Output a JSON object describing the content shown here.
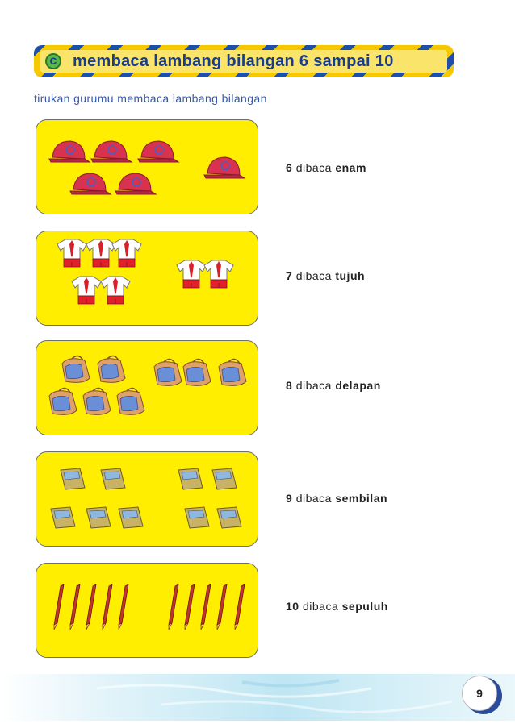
{
  "header": {
    "badge": "c",
    "title": "membaca lambang bilangan 6 sampai 10"
  },
  "instruction": "tirukan gurumu membaca lambang bilangan",
  "rows": [
    {
      "number": "6",
      "word": "dibaca",
      "reading": "enam",
      "item_icon": "cap-icon",
      "left_count": 5,
      "right_count": 1
    },
    {
      "number": "7",
      "word": "dibaca",
      "reading": "tujuh",
      "item_icon": "school-uniform-icon",
      "left_count": 5,
      "right_count": 2
    },
    {
      "number": "8",
      "word": "dibaca",
      "reading": "delapan",
      "item_icon": "backpack-icon",
      "left_count": 5,
      "right_count": 3
    },
    {
      "number": "9",
      "word": "dibaca",
      "reading": "sembilan",
      "item_icon": "book-icon",
      "left_count": 5,
      "right_count": 4
    },
    {
      "number": "10",
      "word": "dibaca",
      "reading": "sepuluh",
      "item_icon": "pencil-icon",
      "left_count": 5,
      "right_count": 5
    }
  ],
  "footer": {
    "page_number": "9"
  },
  "colors": {
    "panel": "#ffee00",
    "title": "#1a3d8a",
    "instruction": "#3656a8",
    "cap": "#d8324f",
    "shirt_tie": "#d8202a",
    "shorts": "#e0202a",
    "backpack": "#e0a06a",
    "book": "#c8b266",
    "pencil": "#c0342a"
  }
}
